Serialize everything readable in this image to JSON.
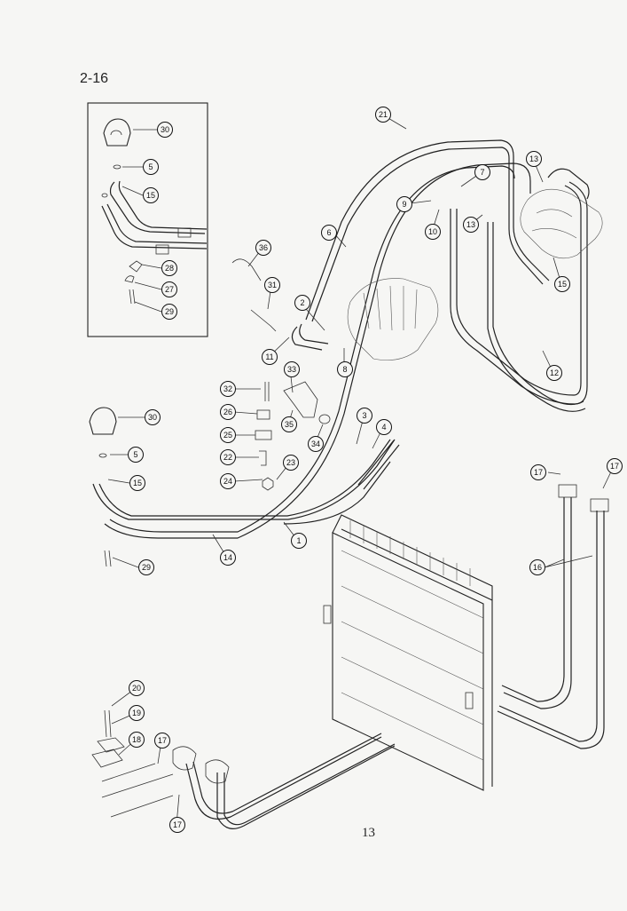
{
  "page": {
    "section_label": "2-16",
    "page_number": "13"
  },
  "callouts": [
    "1",
    "2",
    "3",
    "4",
    "5",
    "6",
    "7",
    "8",
    "9",
    "10",
    "11",
    "12",
    "13",
    "14",
    "15",
    "16",
    "17",
    "18",
    "19",
    "20",
    "21",
    "22",
    "23",
    "24",
    "25",
    "26",
    "27",
    "28",
    "29",
    "30",
    "31",
    "32",
    "33",
    "34",
    "35",
    "36"
  ],
  "colors": {
    "ink": "#222222",
    "paper": "#f6f6f4"
  }
}
